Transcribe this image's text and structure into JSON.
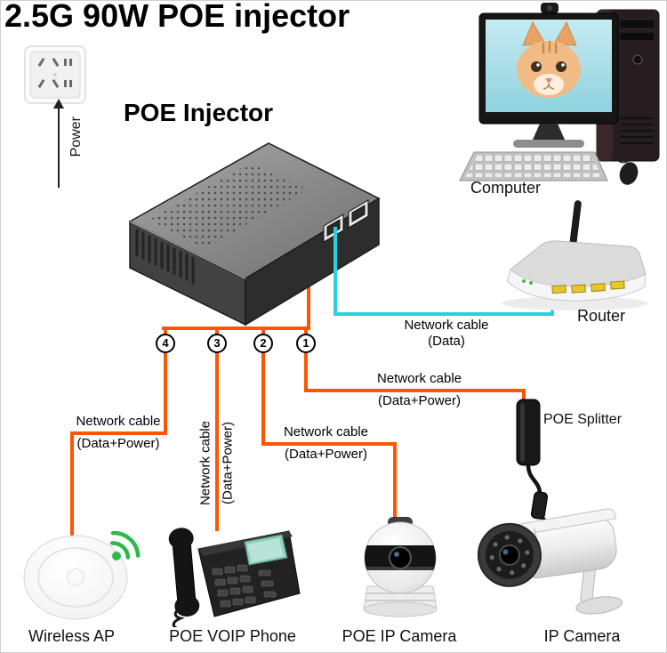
{
  "title": "2.5G 90W POE injector",
  "injector_heading": "POE Injector",
  "power_label": "Power",
  "port_numbers": [
    "4",
    "3",
    "2",
    "1"
  ],
  "labels": {
    "data": {
      "l1": "Network cable",
      "l2": "(Data)"
    },
    "data_power": {
      "l1": "Network cable",
      "l2": "(Data+Power)"
    }
  },
  "devices": {
    "computer": "Computer",
    "router": "Router",
    "poe_splitter": "POE Splitter",
    "wireless_ap": "Wireless AP",
    "voip_phone": "POE VOIP Phone",
    "poe_ip_camera": "POE IP Camera",
    "ip_camera": "IP Camera"
  },
  "colors": {
    "power_cable": "#ff5500",
    "data_cable": "#2bd0dd",
    "wifi_green": "#2eb84a",
    "port_yellow": "#e9c72b"
  }
}
